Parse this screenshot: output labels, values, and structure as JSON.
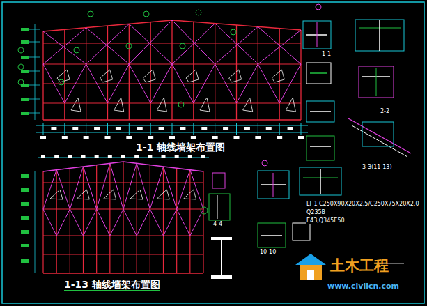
{
  "diagram": {
    "labels": [
      "1-1 轴线墙架布置图",
      "1-13 轴线墙架布置图",
      "1-1",
      "2-2",
      "3-3(11-13)",
      "LT-1 C250X90X20X2.5/C250X75X20X2.0",
      "Q235B",
      "E43,Q345E50",
      "4-4",
      "10-10",
      "土木工程",
      "www.civilcn.com"
    ]
  }
}
